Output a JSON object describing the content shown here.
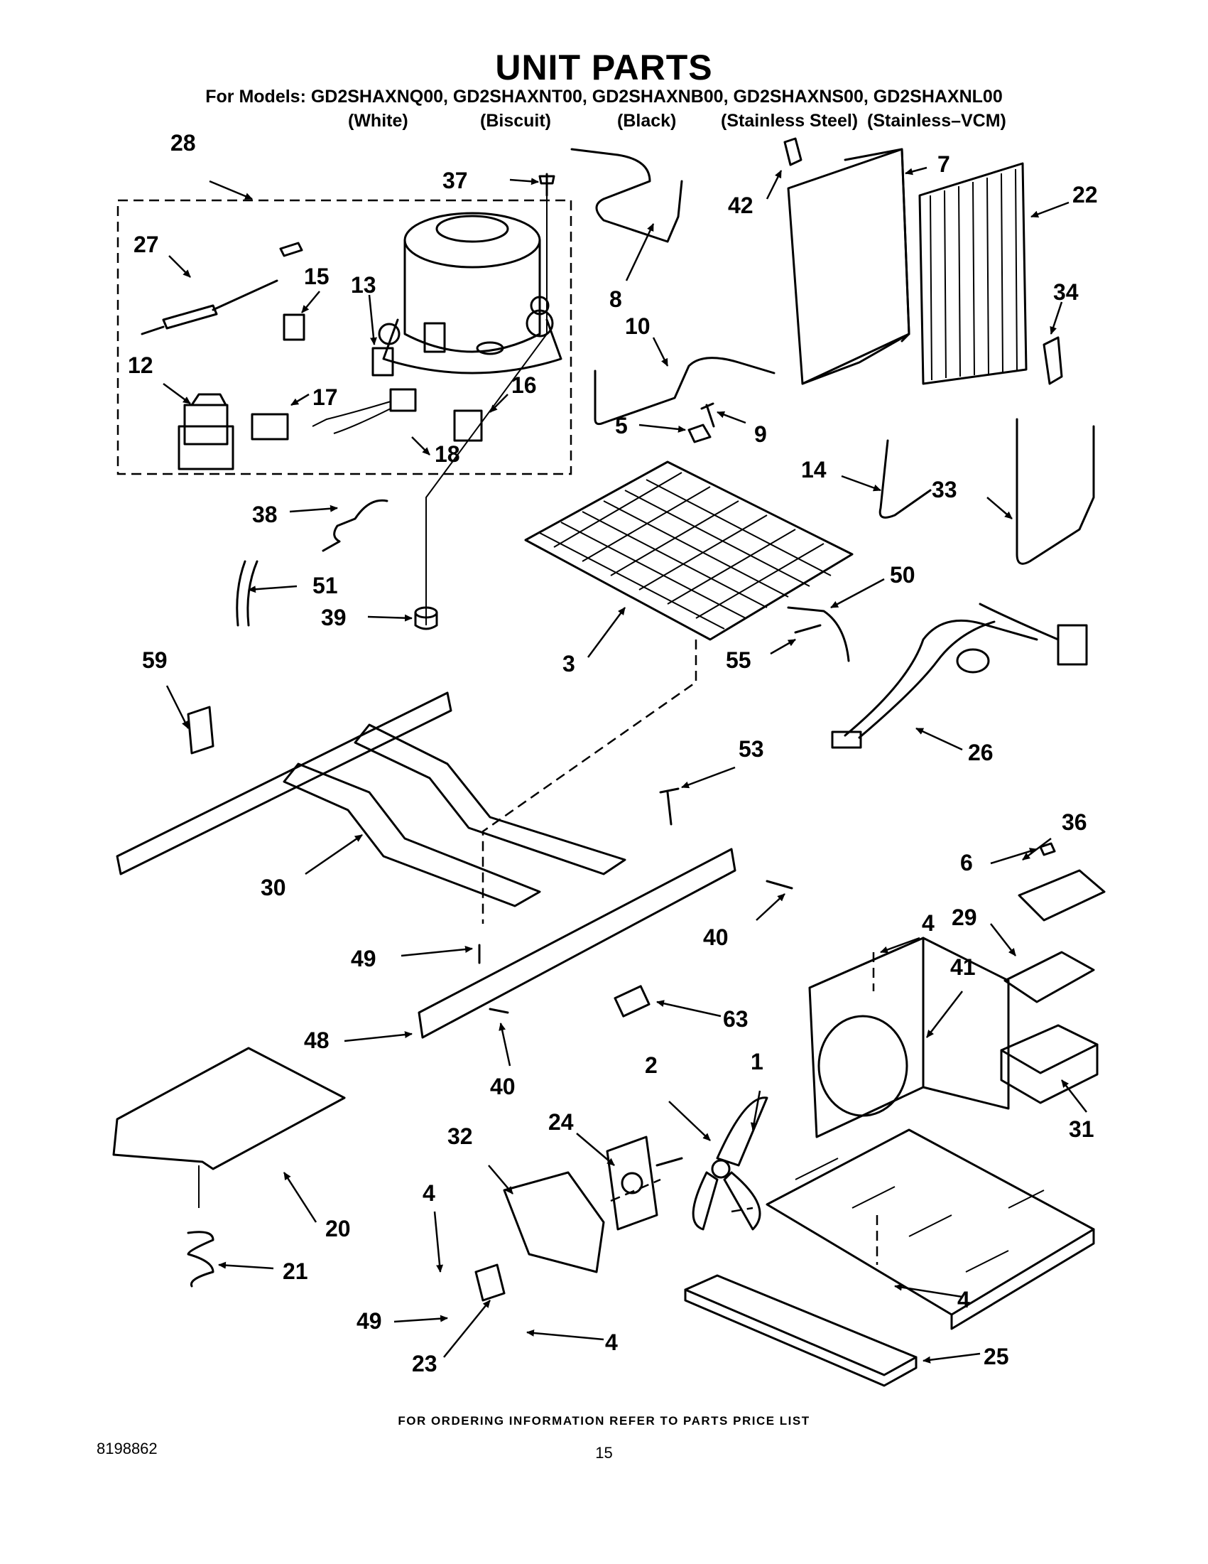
{
  "header": {
    "title": "UNIT PARTS",
    "models": "For Models: GD2SHAXNQ00, GD2SHAXNT00, GD2SHAXNB00, GD2SHAXNS00, GD2SHAXNL00",
    "colors": [
      "(White)",
      "(Biscuit)",
      "(Black)",
      "(Stainless Steel)",
      "(Stainless–VCM)"
    ]
  },
  "footer": {
    "ordering_note": "FOR ORDERING INFORMATION REFER TO PARTS PRICE LIST",
    "document_number": "8198862",
    "page_number": "15"
  },
  "callouts": [
    "28",
    "37",
    "7",
    "42",
    "22",
    "27",
    "15",
    "13",
    "8",
    "10",
    "34",
    "12",
    "17",
    "16",
    "5",
    "9",
    "18",
    "14",
    "33",
    "38",
    "51",
    "39",
    "50",
    "3",
    "55",
    "59",
    "26",
    "53",
    "36",
    "6",
    "30",
    "40",
    "4",
    "29",
    "41",
    "49",
    "63",
    "48",
    "2",
    "1",
    "31",
    "32",
    "24",
    "20",
    "21",
    "23",
    "25"
  ]
}
